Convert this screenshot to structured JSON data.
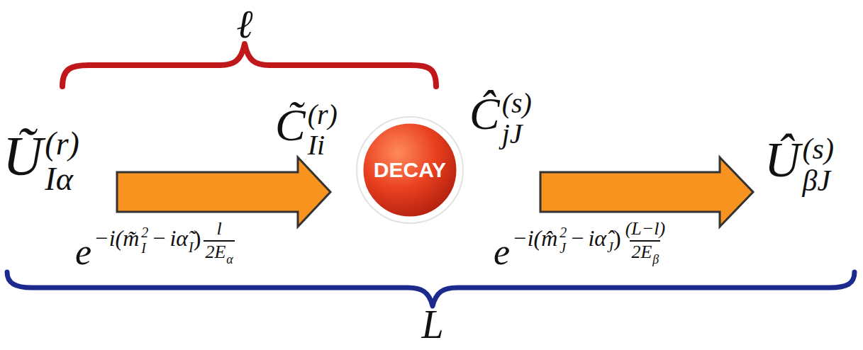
{
  "diagram": {
    "nodes": [
      {
        "text": [
          "DECAY"
        ]
      }
    ],
    "labels": [
      "ℓ",
      "Ũ",
      "(r)",
      "Iα",
      "C̃",
      "(r)",
      "Ii",
      "Ĉ",
      "(s)",
      "jJ",
      "Û",
      "(s)",
      "βJ",
      "e",
      "−i(",
      "m̃",
      "2",
      "I",
      "−",
      "iα̃",
      "I",
      ")",
      "l",
      "2E",
      "α",
      "e",
      "−i(",
      "m̂",
      "2",
      "J",
      "−",
      "iα̂",
      "J",
      ")",
      "(L−l)",
      "2E",
      "β",
      "L"
    ]
  }
}
